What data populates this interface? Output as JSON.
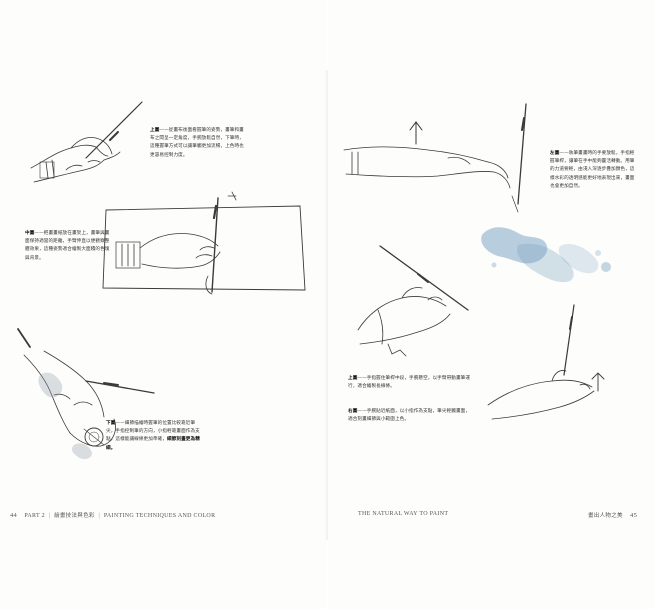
{
  "left_page": {
    "captions": {
      "top": {
        "label": "上圖",
        "text": "——從畫布後面看握筆的姿勢，畫筆和畫布之間呈一定角度，手腕放鬆自然，下筆時，這種握筆方式可以讓筆觸更加流暢，上色時也更容易控制力度。"
      },
      "middle": {
        "label": "中圖",
        "text": "——把畫畫紙放在畫架上，畫筆與畫面保持適當的距離，手臂伸直以便觀察整體效果，這種姿勢適合繪製大面積的色塊與背景。"
      },
      "bottom": {
        "label": "下圖",
        "text": "——細節描繪時握筆的位置比較靠近筆尖，手指控制筆的方向，小指輕靠畫面作為支點，這樣能讓線條更加準確，",
        "tail": "細節刻畫更為精細。"
      }
    },
    "footer": {
      "page_number": "44",
      "part": "PART 2",
      "part_cn": "繪畫技法與色彩",
      "part_en": "PAINTING TECHNIQUES AND COLOR"
    }
  },
  "right_page": {
    "captions": {
      "top": {
        "label": "左圖",
        "text": "——執筆畫畫時的手要放鬆，手指輕握筆桿，讓筆在手中能夠靈活轉動。用筆的力道要輕，由淺入深逐步疊加顏色，這樣水彩的透明感能更好地表現出來，畫面也會更加自然。"
      },
      "middle": {
        "label": "上圖",
        "text": "——手指握住筆桿中段，手腕懸空，以手臂帶動畫筆運行，適合繪製長線條。"
      },
      "bottom": {
        "label": "右圖",
        "text": "——手腕貼近紙面，以小指作為支點，筆尖輕觸畫面，適合刻畫細節與小範圍上色。"
      }
    },
    "footer": {
      "title_en": "THE NATURAL WAY TO PAINT",
      "title_cn": "畫出人物之美",
      "page_number": "45"
    }
  },
  "colors": {
    "ink": "#3a3a3a",
    "watercolor_blue": "#7fa6c4",
    "paper": "#fdfdfb"
  }
}
